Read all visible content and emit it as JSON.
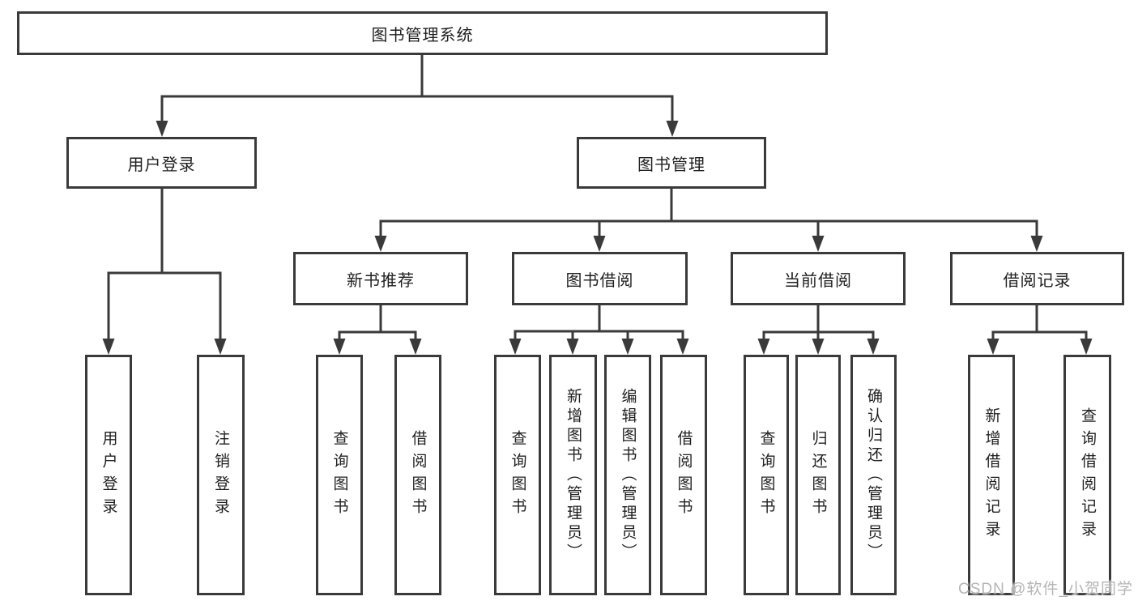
{
  "tree": {
    "root": {
      "label": "图书管理系统"
    },
    "level2": [
      {
        "label": "用户登录"
      },
      {
        "label": "图书管理"
      }
    ],
    "level3": [
      {
        "label": "新书推荐"
      },
      {
        "label": "图书借阅"
      },
      {
        "label": "当前借阅"
      },
      {
        "label": "借阅记录"
      }
    ],
    "leaves": {
      "user_login": [
        "用户登录",
        "注销登录"
      ],
      "new_book": [
        "查询图书",
        "借阅图书"
      ],
      "book_borrow": [
        "查询图书",
        "新增图书（管理员）",
        "编辑图书（管理员）",
        "借阅图书"
      ],
      "current_borrow": [
        "查询图书",
        "归还图书",
        "确认归还（管理员）"
      ],
      "borrow_record": [
        "新增借阅记录",
        "查询借阅记录"
      ]
    }
  },
  "watermark": "CSDN @软件_小贺同学",
  "colors": {
    "line": "#3a3a3a",
    "box_border": "#3a3a3a",
    "text": "#1f1f1f",
    "watermark": "#b5b5b5",
    "background": "#ffffff"
  }
}
